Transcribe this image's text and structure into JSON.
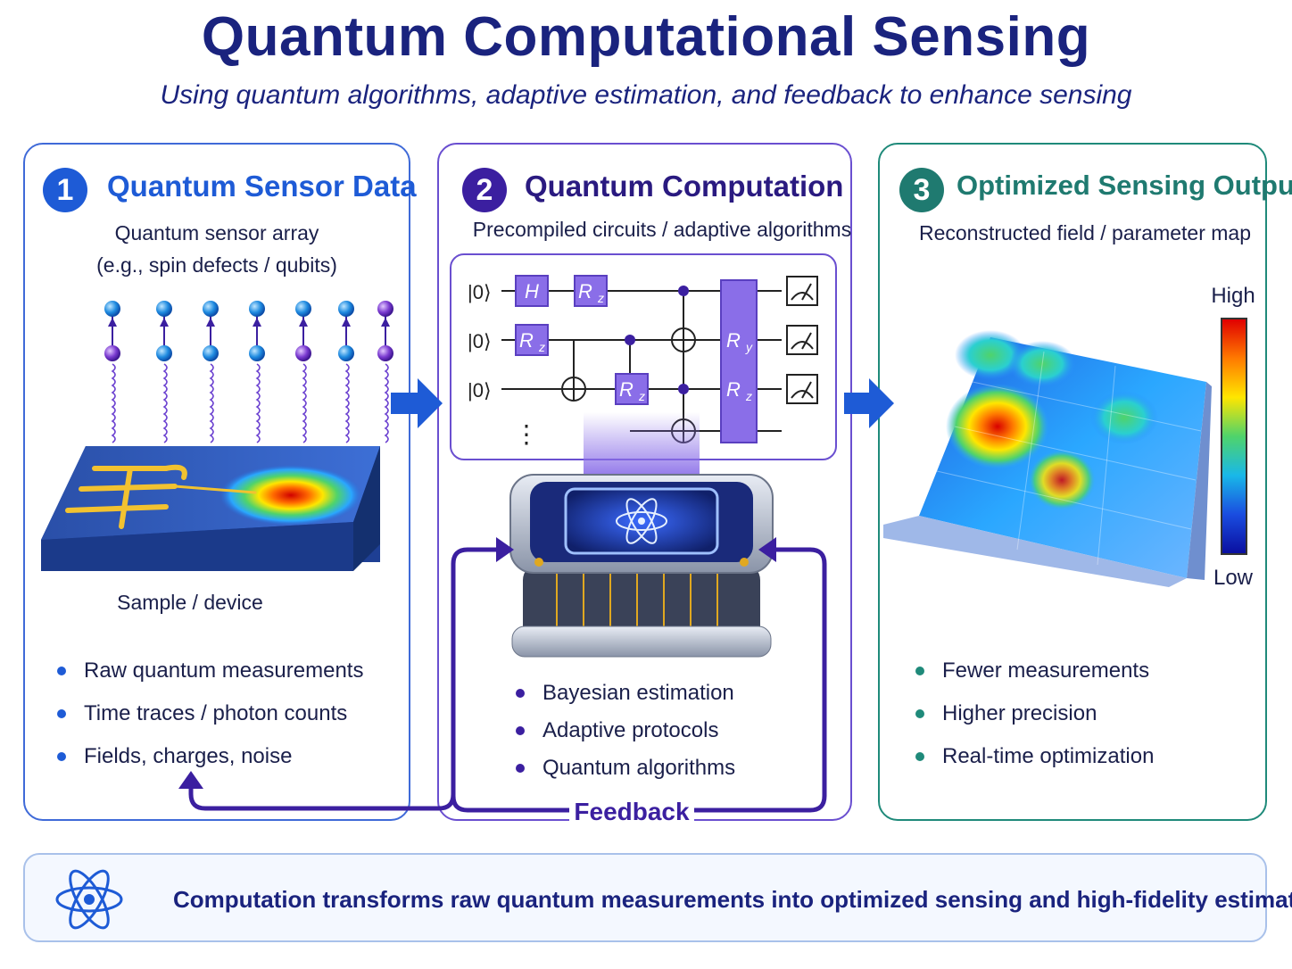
{
  "header": {
    "title": "Quantum Computational Sensing",
    "subtitle": "Using quantum algorithms, adaptive estimation, and feedback to enhance sensing"
  },
  "panels": [
    {
      "number": "1",
      "title": "Quantum Sensor Data",
      "desc_line1": "Quantum sensor array",
      "desc_line2": "(e.g., spin defects / qubits)",
      "image_caption": "Sample / device",
      "bullets": [
        "Raw quantum measurements",
        "Time traces / photon counts",
        "Fields, charges, noise"
      ],
      "color": "#1e5bd6"
    },
    {
      "number": "2",
      "title": "Quantum Computation",
      "desc": "Precompiled circuits / adaptive algorithms",
      "bullets": [
        "Bayesian estimation",
        "Adaptive protocols",
        "Quantum algorithms"
      ],
      "color": "#3b1fa0"
    },
    {
      "number": "3",
      "title": "Optimized Sensing Output",
      "desc": "Reconstructed field / parameter map",
      "bullets": [
        "Fewer measurements",
        "Higher precision",
        "Real-time optimization"
      ],
      "color": "#1f8a7a"
    }
  ],
  "circuit": {
    "qubit_labels": [
      "|0⟩",
      "|0⟩",
      "|0⟩"
    ],
    "ellipsis": "⋮",
    "gates": {
      "h": "H",
      "rz": "R",
      "rz_sub": "z",
      "ry": "R",
      "ry_sub": "y"
    }
  },
  "colorbar": {
    "high": "High",
    "low": "Low"
  },
  "feedback_label": "Feedback",
  "footer": {
    "text": "Computation transforms raw quantum measurements into optimized sensing and high-fidelity estimates.",
    "icon": "atom-icon"
  },
  "colors": {
    "title": "#1a237e",
    "panel1_border": "#3f6ad8",
    "panel2_border": "#6a4fd0",
    "panel3_border": "#1f8a7a",
    "arrow": "#1e5bd6",
    "feedback": "#3b1fa0"
  }
}
